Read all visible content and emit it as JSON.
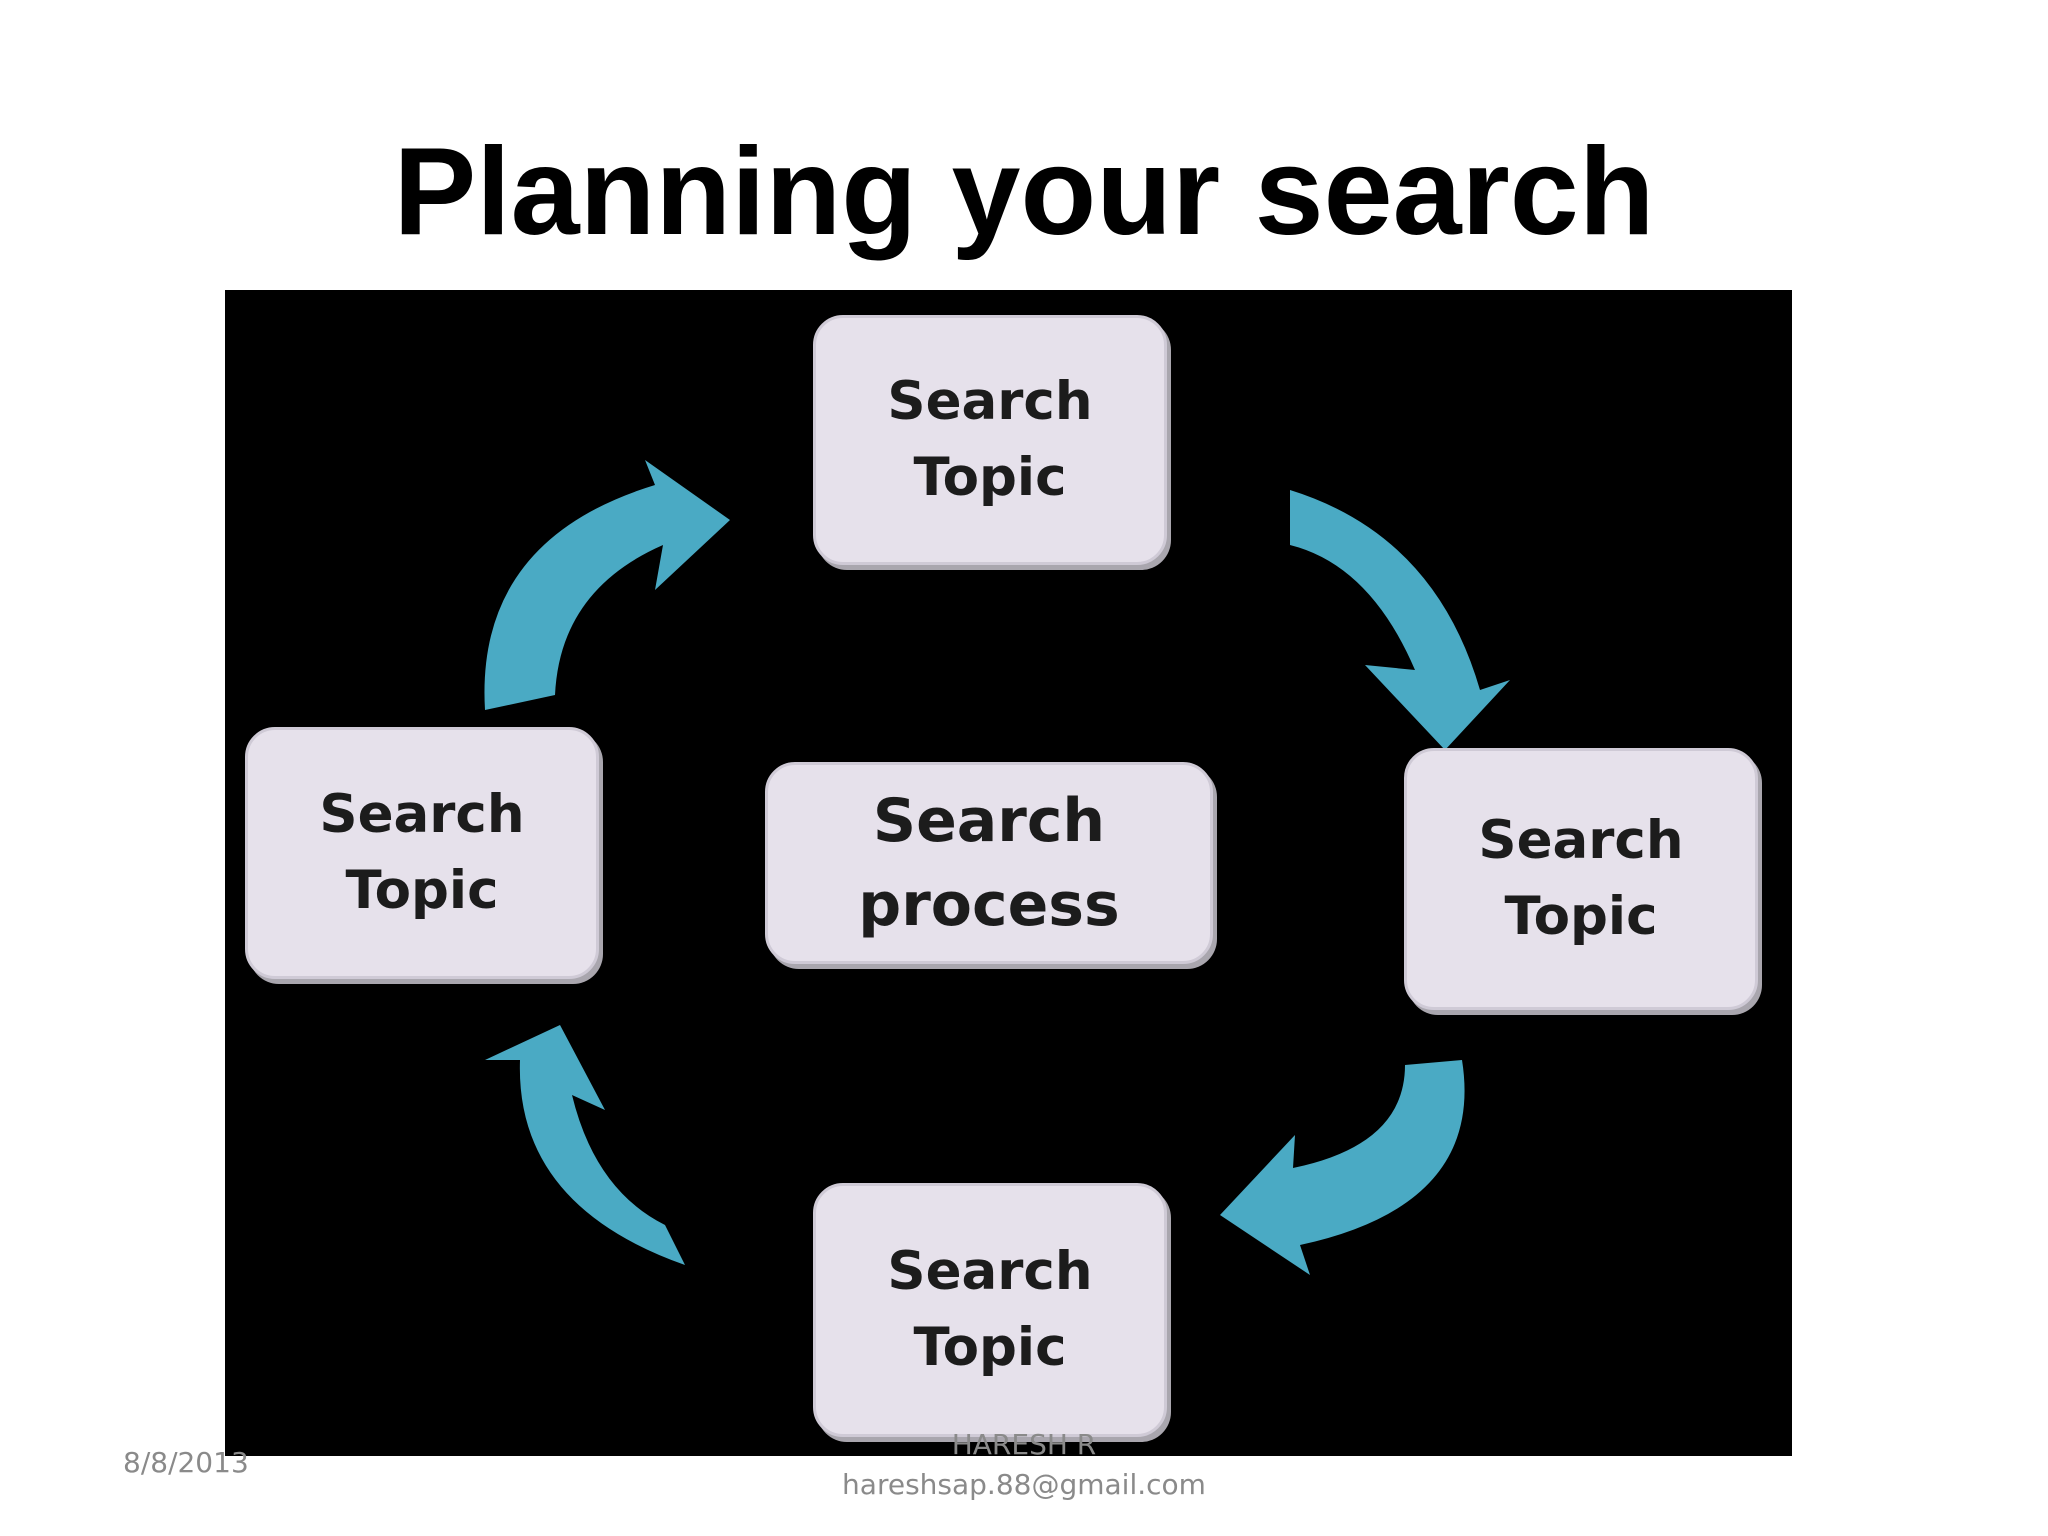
{
  "slide": {
    "title": "Planning your search"
  },
  "diagram": {
    "center": {
      "line1": "Search",
      "line2": "process"
    },
    "nodes": [
      {
        "id": "top",
        "line1": "Search",
        "line2": "Topic"
      },
      {
        "id": "right",
        "line1": "Search",
        "line2": "Topic"
      },
      {
        "id": "bottom",
        "line1": "Search",
        "line2": "Topic"
      },
      {
        "id": "left",
        "line1": "Search",
        "line2": "Topic"
      }
    ],
    "arrow_color": "#4aaac4",
    "background_color": "#000000",
    "node_color": "#e6e1eb"
  },
  "footer": {
    "date": "8/8/2013",
    "author": "HARESH R",
    "email": "hareshsap.88@gmail.com"
  }
}
